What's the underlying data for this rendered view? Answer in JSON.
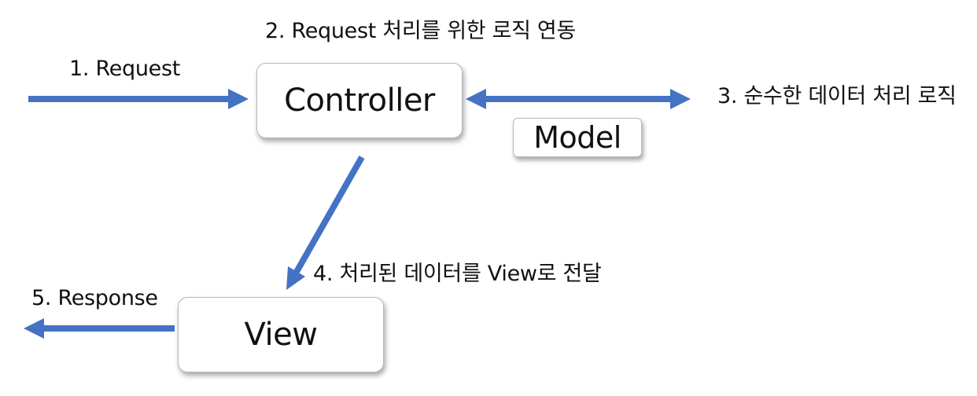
{
  "diagram": {
    "nodes": {
      "controller": "Controller",
      "model": "Model",
      "view": "View"
    },
    "steps": {
      "request": "1. Request",
      "logic_link": "2. Request 처리를 위한 로직 연동",
      "pure_logic": "3. 순수한 데이터 처리 로직",
      "deliver_to_view": "4. 처리된 데이터를 View로 전달",
      "response": "5. Response"
    },
    "colors": {
      "arrow": "#4472C4",
      "box_border": "#b8b8b8",
      "text": "#111111"
    }
  }
}
